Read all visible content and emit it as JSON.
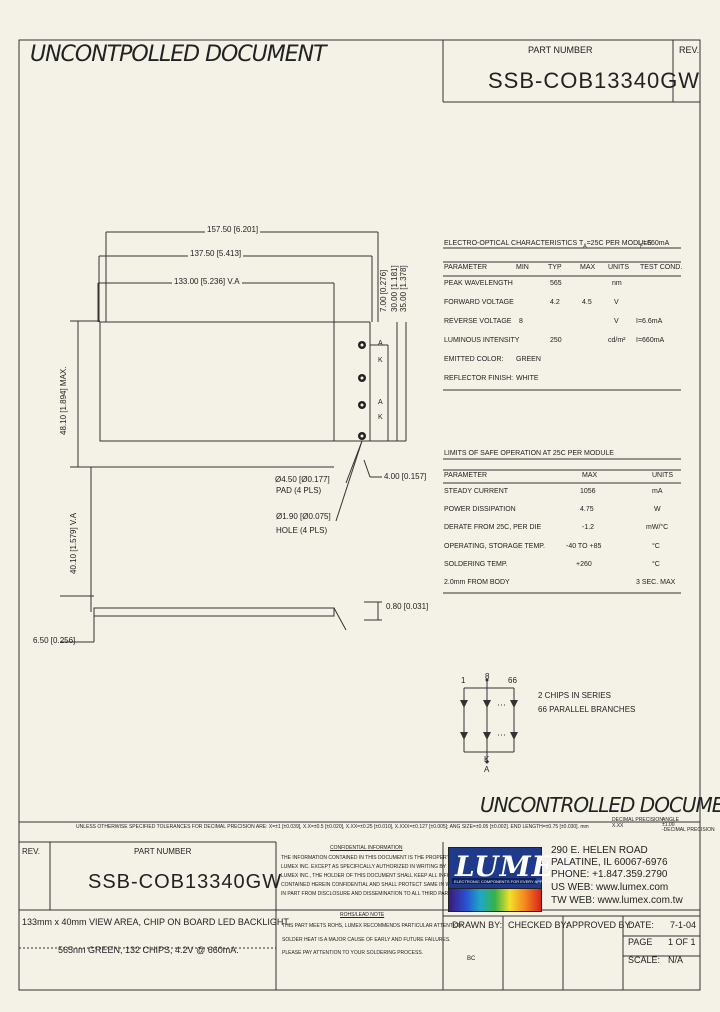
{
  "header": {
    "watermark_top": "UNCONTPOLLED DOCUMENT",
    "part_number_label": "PART NUMBER",
    "part_number": "SSB-COB13340GW",
    "rev_label": "REV."
  },
  "dimensions": {
    "overall_length": "157.50 [6.201]",
    "pcb_length": "137.50 [5.413]",
    "view_area_length": "133.00 [5.236] V.A",
    "height_max": "48.10 [1.894] MAX.",
    "va_height": "40.10 [1.579] V.A",
    "pad_offset_1": "7.00 [0.276]",
    "pad_offset_2": "30.00 [1.181]",
    "pad_offset_3": "35.00 [1.378]",
    "pad_dia": "Ø4.50 [Ø0.177]",
    "pad_note": "PAD (4 PLS)",
    "pad_spacing": "4.00 [0.157]",
    "hole_dia": "Ø1.90 [Ø0.075]",
    "hole_note": "HOLE (4 PLS)",
    "thickness": "6.50 [0.256]",
    "pcb_thickness": "0.80 [0.031]",
    "pin_a": "A",
    "pin_k": "K"
  },
  "electro_optical": {
    "title": "ELECTRO-OPTICAL CHARACTERISTICS T",
    "title_sub": "A",
    "title_tail": "=25C PER MODULE",
    "title_cond": "I",
    "title_cond_sub": "F",
    "title_cond_tail": "=660mA",
    "headers": [
      "PARAMETER",
      "MIN",
      "TYP",
      "MAX",
      "UNITS",
      "TEST COND."
    ],
    "rows": [
      [
        "PEAK WAVELENGTH",
        "",
        "565",
        "",
        "nm",
        ""
      ],
      [
        "FORWARD VOLTAGE",
        "",
        "4.2",
        "4.5",
        "V",
        ""
      ],
      [
        "REVERSE VOLTAGE",
        "8",
        "",
        "",
        "V",
        "I=6.6mA"
      ],
      [
        "LUMINOUS INTENSITY",
        "",
        "250",
        "",
        "cd/m²",
        "I=660mA"
      ],
      [
        "EMITTED COLOR:",
        "",
        "GREEN",
        "",
        "",
        ""
      ],
      [
        "REFLECTOR FINISH:",
        "",
        "WHITE",
        "",
        "",
        ""
      ]
    ]
  },
  "safe_operation": {
    "title": "LIMITS OF SAFE OPERATION AT 25C PER MODULE",
    "headers": [
      "PARAMETER",
      "MAX",
      "UNITS"
    ],
    "rows": [
      [
        "STEADY CURRENT",
        "1056",
        "mA"
      ],
      [
        "POWER DISSIPATION",
        "4.75",
        "W"
      ],
      [
        "DERATE FROM 25C, PER DIE",
        "-1.2",
        "mW/°C"
      ],
      [
        "OPERATING, STORAGE TEMP.",
        "-40 TO +85",
        "°C"
      ],
      [
        "SOLDERING TEMP.",
        "+260",
        "°C"
      ],
      [
        "2.0mm FROM BODY",
        "",
        "3 SEC. MAX"
      ]
    ]
  },
  "schematic": {
    "label_1": "1",
    "label_8": "8",
    "label_66": "66",
    "label_a": "A",
    "label_k": "K",
    "note_1": "2 CHIPS IN SERIES",
    "note_2": "66 PARALLEL BRANCHES"
  },
  "footer": {
    "watermark_bottom": "UNCONTROLLED DOCUMENT",
    "tolerance_note": "UNLESS OTHERWISE SPECIFIED TOLERANCES FOR DECIMAL PRECISION ARE: X=±1 [±0.039], X.X=±0.5 [±0.020], X.XX=±0.25 [±0.010], X.XXX=±0.127 [±0.005]; ANG SIZE=±0.05 [±0.002]. END LENGTH=±0.75 [±0.030]. mm",
    "tol_decimal_label": "DECIMAL PRECISION",
    "tol_decimal_val": "X.XX",
    "tol_angle_label": "ANGLE",
    "tol_angle_val": "±1.00",
    "tol_angle_note": "-DECIMAL PRECISION",
    "rev_label": "REV.",
    "part_number_label": "PART NUMBER",
    "part_number": "SSB-COB13340GW",
    "confidential_title": "CONFIDENTIAL INFORMATION",
    "confidential_text": [
      "THE INFORMATION CONTAINED IN THIS DOCUMENT IS THE PROPERTY OF",
      "LUMEX INC. EXCEPT AS SPECIFICALLY AUTHORIZED IN WRITING BY",
      "LUMEX INC., THE HOLDER OF THIS DOCUMENT SHALL KEEP ALL INFORMATION",
      "CONTAINED HEREIN CONFIDENTIAL AND SHALL PROTECT SAME IN WHOLE OR",
      "IN PART FROM DISCLOSURE AND DISSEMINATION TO ALL THIRD PARTIES."
    ],
    "address": [
      "290 E. HELEN ROAD",
      "PALATINE, IL 60067-6976",
      "PHONE: +1.847.359.2790",
      "US WEB: www.lumex.com",
      "TW WEB: www.lumex.com.tw"
    ],
    "logo_word": "LUMEX",
    "logo_tag": "ELECTRONIC COMPONENTS FOR EVERY APPLICATION",
    "description_1": "133mm x 40mm VIEW AREA, CHIP ON BOARD LED BACKLIGHT,",
    "description_2": "565nm GREEN, 132 CHIPS, 4.2V @ 660mA.",
    "rohs_title": "ROHS/LEAD NOTE",
    "rohs_text": [
      "THIS PART MEETS ROHS, LUMEX RECOMMENDS PARTICULAR ATTENTION",
      "SOLDER HEAT IS A MAJOR CAUSE OF EARLY AND FUTURE FAILURES.",
      "PLEASE PAY ATTENTION TO YOUR SOLDERING PROCESS."
    ],
    "drawn_by_label": "DRAWN BY:",
    "drawn_by": "BC",
    "checked_by_label": "CHECKED BY:",
    "approved_by_label": "APPROVED BY:",
    "date_label": "DATE:",
    "date": "7-1-04",
    "page_label": "PAGE",
    "page": "1 OF 1",
    "scale_label": "SCALE:",
    "scale": "N/A"
  }
}
